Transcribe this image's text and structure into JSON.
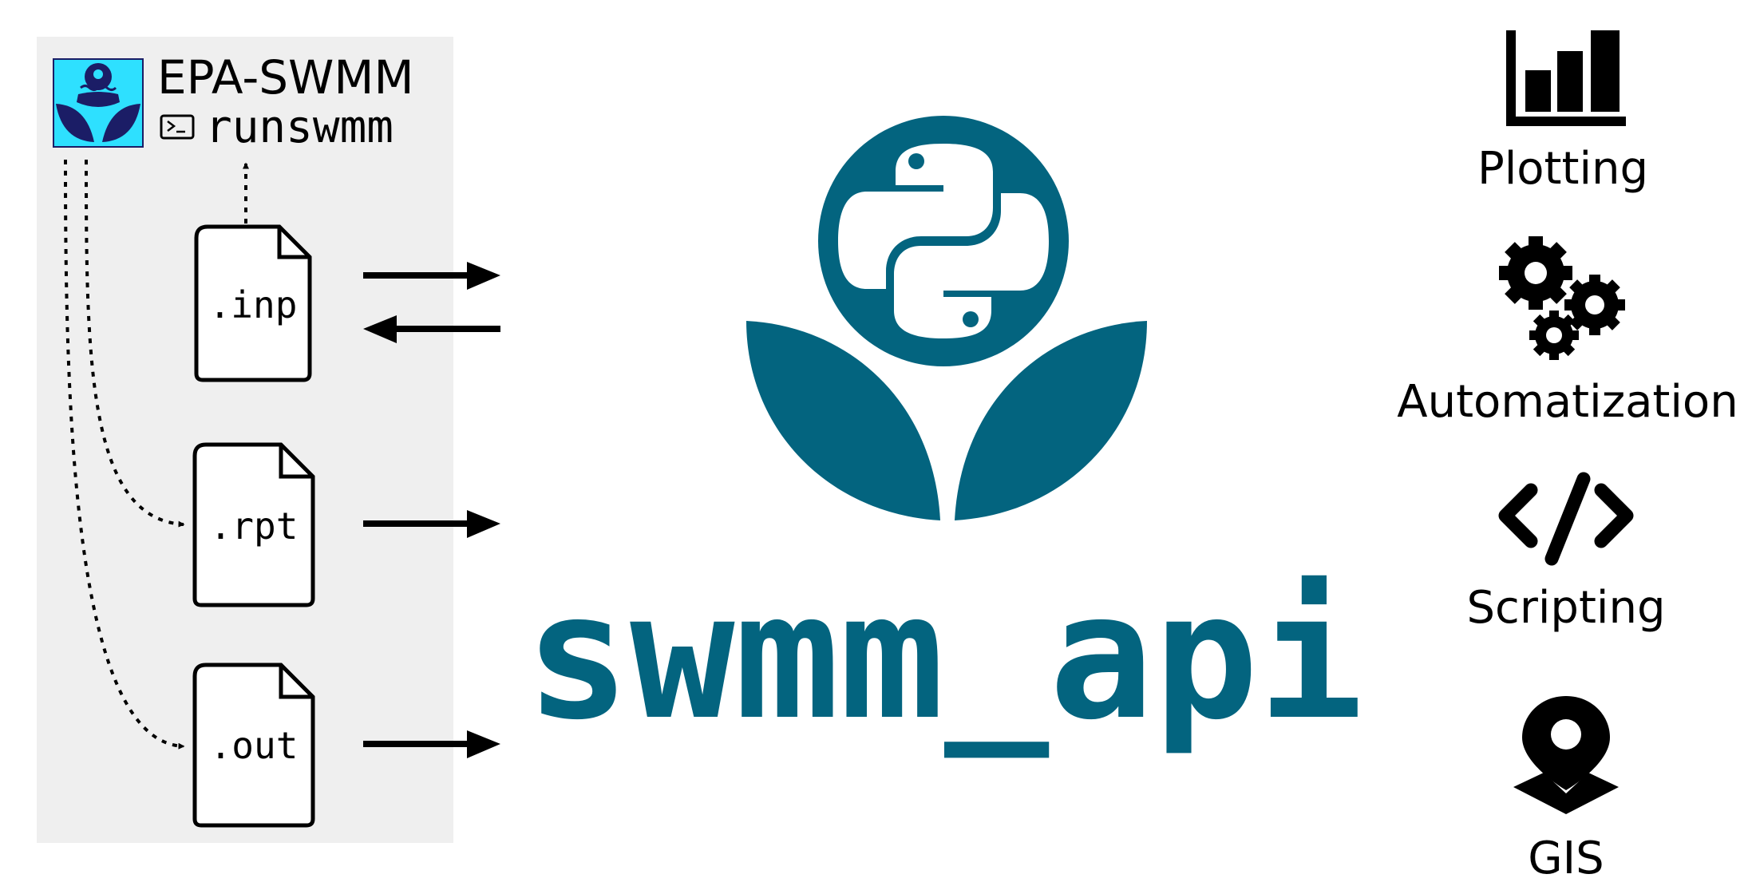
{
  "engine": {
    "title": "EPA-SWMM",
    "command": "runswmm"
  },
  "files": [
    {
      "label": ".inp"
    },
    {
      "label": ".rpt"
    },
    {
      "label": ".out"
    }
  ],
  "brand": {
    "name": "swmm_api",
    "color": "#03647f"
  },
  "features": [
    {
      "label": "Plotting",
      "icon": "bar-chart-icon"
    },
    {
      "label": "Automatization",
      "icon": "gears-icon"
    },
    {
      "label": "Scripting",
      "icon": "code-icon"
    },
    {
      "label": "GIS",
      "icon": "map-pin-icon"
    }
  ],
  "colors": {
    "panel": "#efefef",
    "epa_cyan": "#2ee0ff",
    "epa_navy": "#1b1d66",
    "ink": "#000000"
  }
}
